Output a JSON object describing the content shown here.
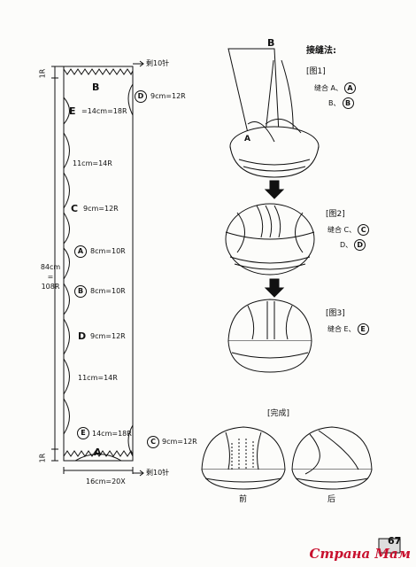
{
  "left_diagram": {
    "top_rows": "1R",
    "bottom_rows": "1R",
    "bind_off_top": "剩10针",
    "bind_off_bottom": "剩10针",
    "label_b": "B",
    "label_a": "A",
    "height": "84cm = 108R",
    "width": "16cm=20X",
    "seg_d_top": "9cm=12R",
    "seg_e_top": "=14cm=18R",
    "seg_11_top": "11cm=14R",
    "seg_c": "9cm=12R",
    "seg_a": "8cm=10R",
    "seg_b": "8cm=10R",
    "seg_d": "9cm=12R",
    "seg_11_bottom": "11cm=14R",
    "seg_e_bottom": "14cm=18R",
    "seg_c_bottom": "9cm=12R",
    "letters": {
      "e1": "E",
      "c": "C",
      "a": "A",
      "b": "B",
      "d": "D",
      "e2": "E",
      "d_top": "D",
      "c_bottom": "C"
    }
  },
  "right_panel": {
    "title": "接缝法:",
    "fig1_label": "[图1]",
    "fig1_line1": "缝合 A、",
    "fig1_line2": "B、",
    "fig2_label": "[图2]",
    "fig2_line1": "缝合 C、",
    "fig2_line2": "D、",
    "fig3_label": "[图3]",
    "fig3_line1": "缝合 E、",
    "finish_label": "[完成]",
    "front_label": "前",
    "back_label": "后",
    "fig_top_b": "B",
    "fig1_a": "A"
  },
  "page_number": "67",
  "watermark": "Страна Мам"
}
